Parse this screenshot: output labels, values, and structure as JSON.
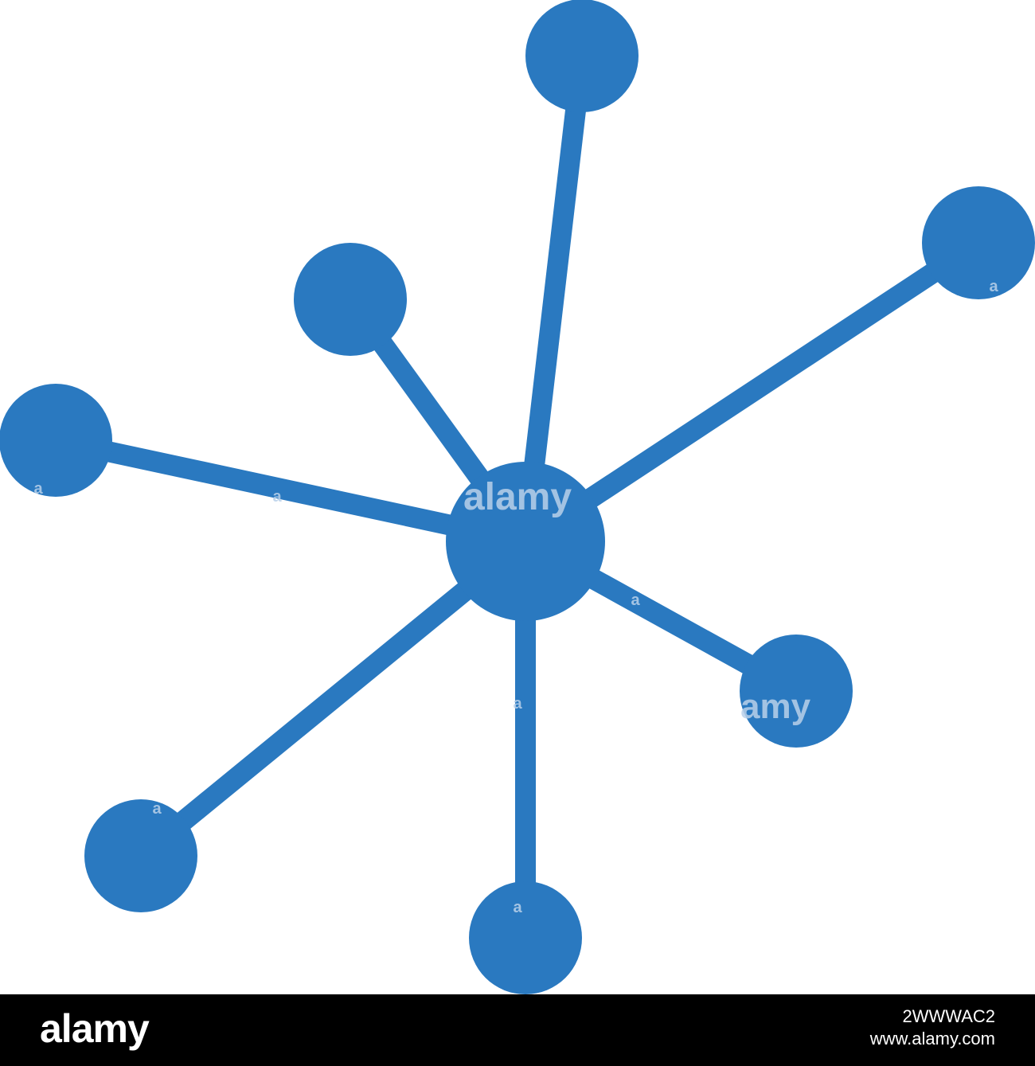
{
  "colors": {
    "network_blue": "#2a79c0",
    "background": "#ffffff",
    "footer_background": "#000000",
    "footer_text": "#ffffff"
  },
  "icon": {
    "name": "network-hub-icon"
  },
  "watermark": {
    "center_text": "alamy",
    "right_text": "amy",
    "small_mark": "a"
  },
  "footer": {
    "logo": "alamy",
    "image_id": "2WWWAC2",
    "site": "www.alamy.com"
  }
}
